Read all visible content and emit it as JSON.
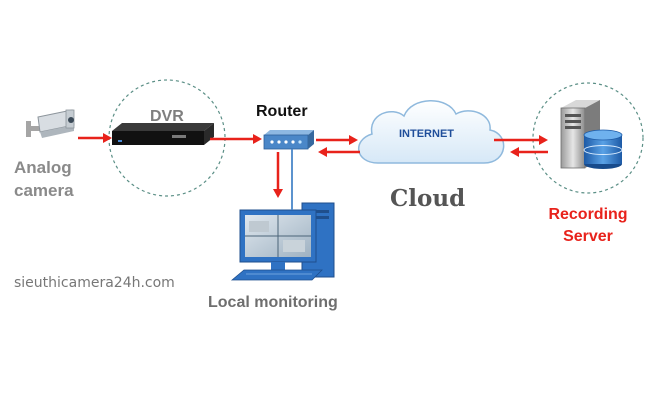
{
  "nodes": {
    "camera": {
      "label_line1": "Analog",
      "label_line2": "camera"
    },
    "dvr": {
      "label": "DVR"
    },
    "router": {
      "label": "Router"
    },
    "internet": {
      "label": "INTERNET"
    },
    "cloud": {
      "label": "Cloud"
    },
    "server": {
      "label_line1": "Recording",
      "label_line2": "Server"
    },
    "monitor": {
      "label": "Local monitoring"
    }
  },
  "watermark": "sieuthicamera24h.com",
  "colors": {
    "arrow": "#e8221b",
    "dashed_circle": "#5b8f86",
    "cloud_fill": "#e9f3fb",
    "cloud_stroke": "#8fb9dd",
    "server_label": "#e8221b",
    "router": "#4a87c8",
    "monitor": "#2f72c3"
  }
}
